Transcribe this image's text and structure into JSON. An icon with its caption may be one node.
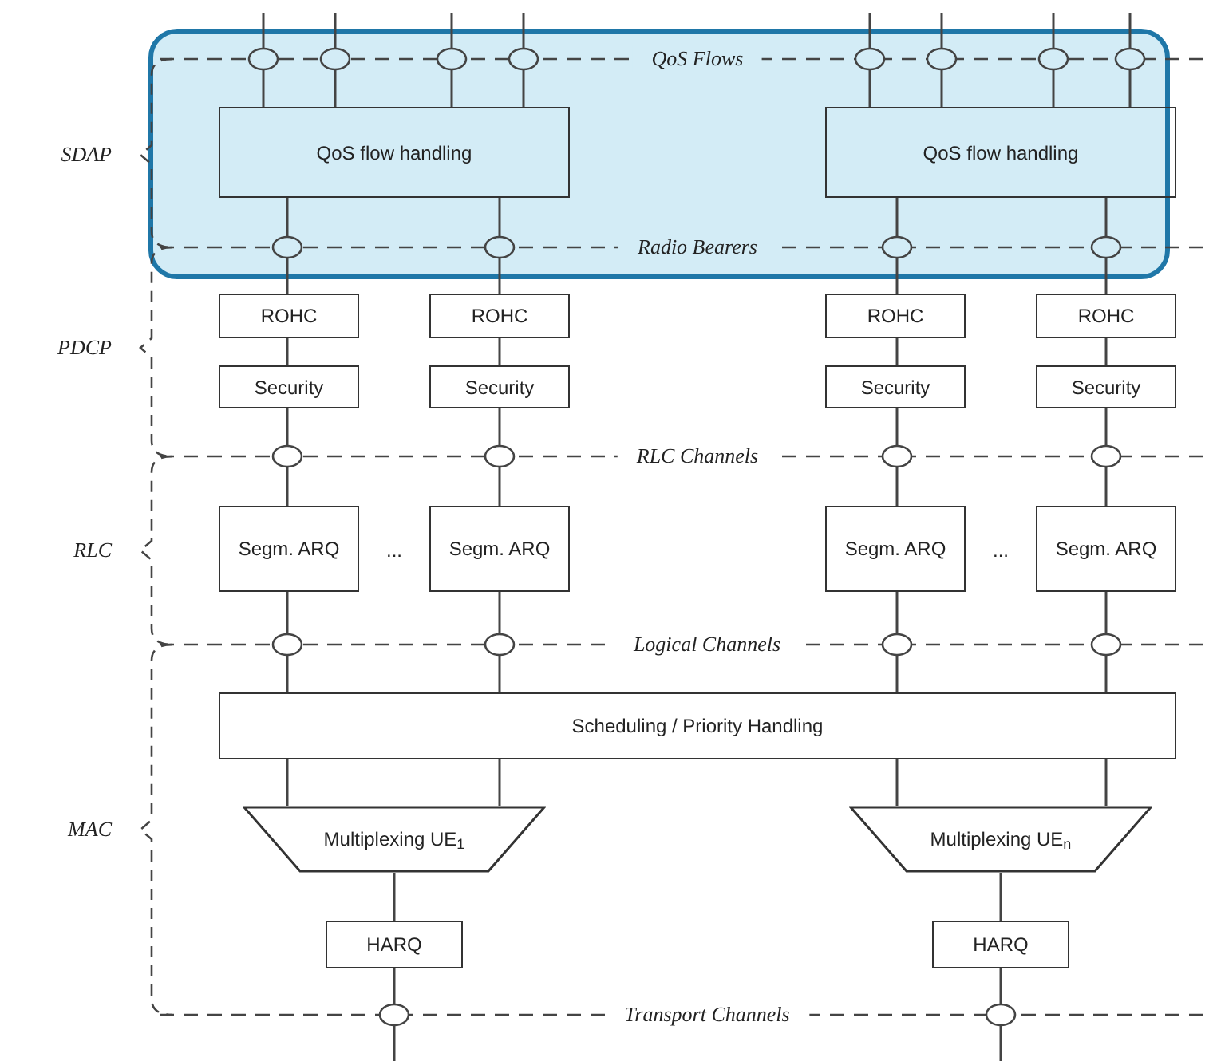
{
  "diagram": {
    "nodes": [
      {
        "text": [
          "QoS flow handling"
        ]
      },
      {
        "text": [
          "QoS flow handling"
        ]
      },
      {
        "text": [
          "ROHC"
        ]
      },
      {
        "text": [
          "ROHC"
        ]
      },
      {
        "text": [
          "ROHC"
        ]
      },
      {
        "text": [
          "ROHC"
        ]
      },
      {
        "text": [
          "Security"
        ]
      },
      {
        "text": [
          "Security"
        ]
      },
      {
        "text": [
          "Security"
        ]
      },
      {
        "text": [
          "Security"
        ]
      },
      {
        "text": [
          "Segm. ARQ"
        ]
      },
      {
        "text": [
          "Segm. ARQ"
        ]
      },
      {
        "text": [
          "Segm. ARQ"
        ]
      },
      {
        "text": [
          "Segm. ARQ"
        ]
      },
      {
        "text": [
          "Scheduling / Priority Handling"
        ]
      },
      {
        "text": [
          "Multiplexing UE$_{1}$"
        ]
      },
      {
        "text": [
          "Multiplexing UE$_{n}$"
        ]
      },
      {
        "text": [
          "HARQ"
        ]
      },
      {
        "text": [
          "HARQ"
        ]
      }
    ],
    "edges": [
      {
        "from": null,
        "to": 0,
        "arrow": "none"
      },
      {
        "from": null,
        "to": 0,
        "arrow": "none"
      },
      {
        "from": null,
        "to": 0,
        "arrow": "none"
      },
      {
        "from": null,
        "to": 0,
        "arrow": "none"
      },
      {
        "from": null,
        "to": 1,
        "arrow": "none"
      },
      {
        "from": null,
        "to": 1,
        "arrow": "none"
      },
      {
        "from": null,
        "to": 1,
        "arrow": "none"
      },
      {
        "from": null,
        "to": 1,
        "arrow": "none"
      },
      {
        "from": 0,
        "to": 2,
        "arrow": "none"
      },
      {
        "from": 0,
        "to": 3,
        "arrow": "none"
      },
      {
        "from": 1,
        "to": 4,
        "arrow": "none"
      },
      {
        "from": 1,
        "to": 5,
        "arrow": "none"
      },
      {
        "from": 2,
        "to": 6,
        "arrow": "none"
      },
      {
        "from": 3,
        "to": 7,
        "arrow": "none"
      },
      {
        "from": 4,
        "to": 8,
        "arrow": "none"
      },
      {
        "from": 5,
        "to": 9,
        "arrow": "none"
      },
      {
        "from": 6,
        "to": 10,
        "arrow": "none"
      },
      {
        "from": 7,
        "to": 11,
        "arrow": "none"
      },
      {
        "from": 8,
        "to": 12,
        "arrow": "none"
      },
      {
        "from": 9,
        "to": 13,
        "arrow": "none"
      },
      {
        "from": 10,
        "to": 14,
        "arrow": "none"
      },
      {
        "from": 11,
        "to": 14,
        "arrow": "none"
      },
      {
        "from": 12,
        "to": 14,
        "arrow": "none"
      },
      {
        "from": 13,
        "to": 14,
        "arrow": "none"
      },
      {
        "from": 14,
        "to": 15,
        "arrow": "none"
      },
      {
        "from": 14,
        "to": 15,
        "arrow": "none"
      },
      {
        "from": 14,
        "to": 16,
        "arrow": "none"
      },
      {
        "from": 14,
        "to": 16,
        "arrow": "none"
      },
      {
        "from": 15,
        "to": 17,
        "arrow": "none"
      },
      {
        "from": 16,
        "to": 18,
        "arrow": "none"
      },
      {
        "from": 17,
        "to": null,
        "arrow": "none"
      },
      {
        "from": 18,
        "to": null,
        "arrow": "none"
      }
    ],
    "labels": [
      "SDAP",
      "PDCP",
      "RLC",
      "MAC",
      "QoS Flows",
      "Radio Bearers",
      "RLC Channels",
      "Logical Channels",
      "Transport Channels",
      "...",
      "..."
    ]
  }
}
